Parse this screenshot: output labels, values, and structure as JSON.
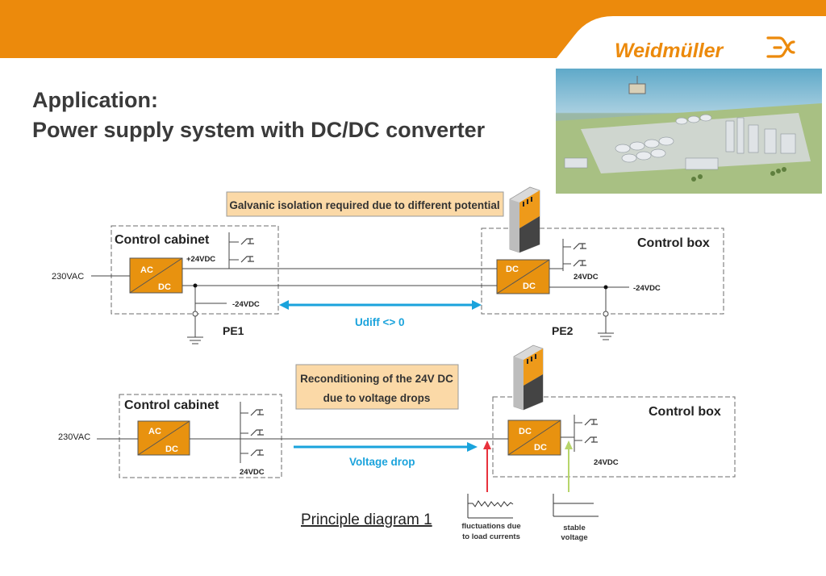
{
  "slide": {
    "title_line1": "Application:",
    "title_line2": "Power supply system with DC/DC converter",
    "brand": "Weidmüller"
  },
  "colors": {
    "header_orange": "#ec8a0c",
    "block_orange": "#e8920f",
    "callout_fill": "#fbd9a7",
    "arrow_blue": "#1aa3dc",
    "arrow_red": "#e8313c",
    "arrow_green": "#b7d56b"
  },
  "top_diagram": {
    "callout": "Galvanic isolation required due to different potential",
    "cabinet_title": "Control cabinet",
    "ac_label": "AC",
    "dc_label": "DC",
    "input_label": "230VAC",
    "plus_label": "+24VDC",
    "minus_label": "-24VDC",
    "pe_left": "PE1",
    "box_title": "Control box",
    "conv_in": "DC",
    "conv_out": "DC",
    "box_out_label": "24VDC",
    "box_minus_label": "-24VDC",
    "pe_right": "PE2",
    "udiff": "Udiff <> 0"
  },
  "bottom_diagram": {
    "callout_line1": "Reconditioning of the 24V DC",
    "callout_line2": "due to voltage drops",
    "cabinet_title": "Control cabinet",
    "ac_label": "AC",
    "dc_label": "DC",
    "input_label": "230VAC",
    "out_label": "24VDC",
    "drop_label": "Voltage drop",
    "box_title": "Control box",
    "conv_in": "DC",
    "conv_out": "DC",
    "box_out_label": "24VDC"
  },
  "legend": {
    "heading": "Principle diagram 1",
    "fluct_line1": "fluctuations due",
    "fluct_line2": "to load currents",
    "stable_line1": "stable",
    "stable_line2": "voltage"
  }
}
